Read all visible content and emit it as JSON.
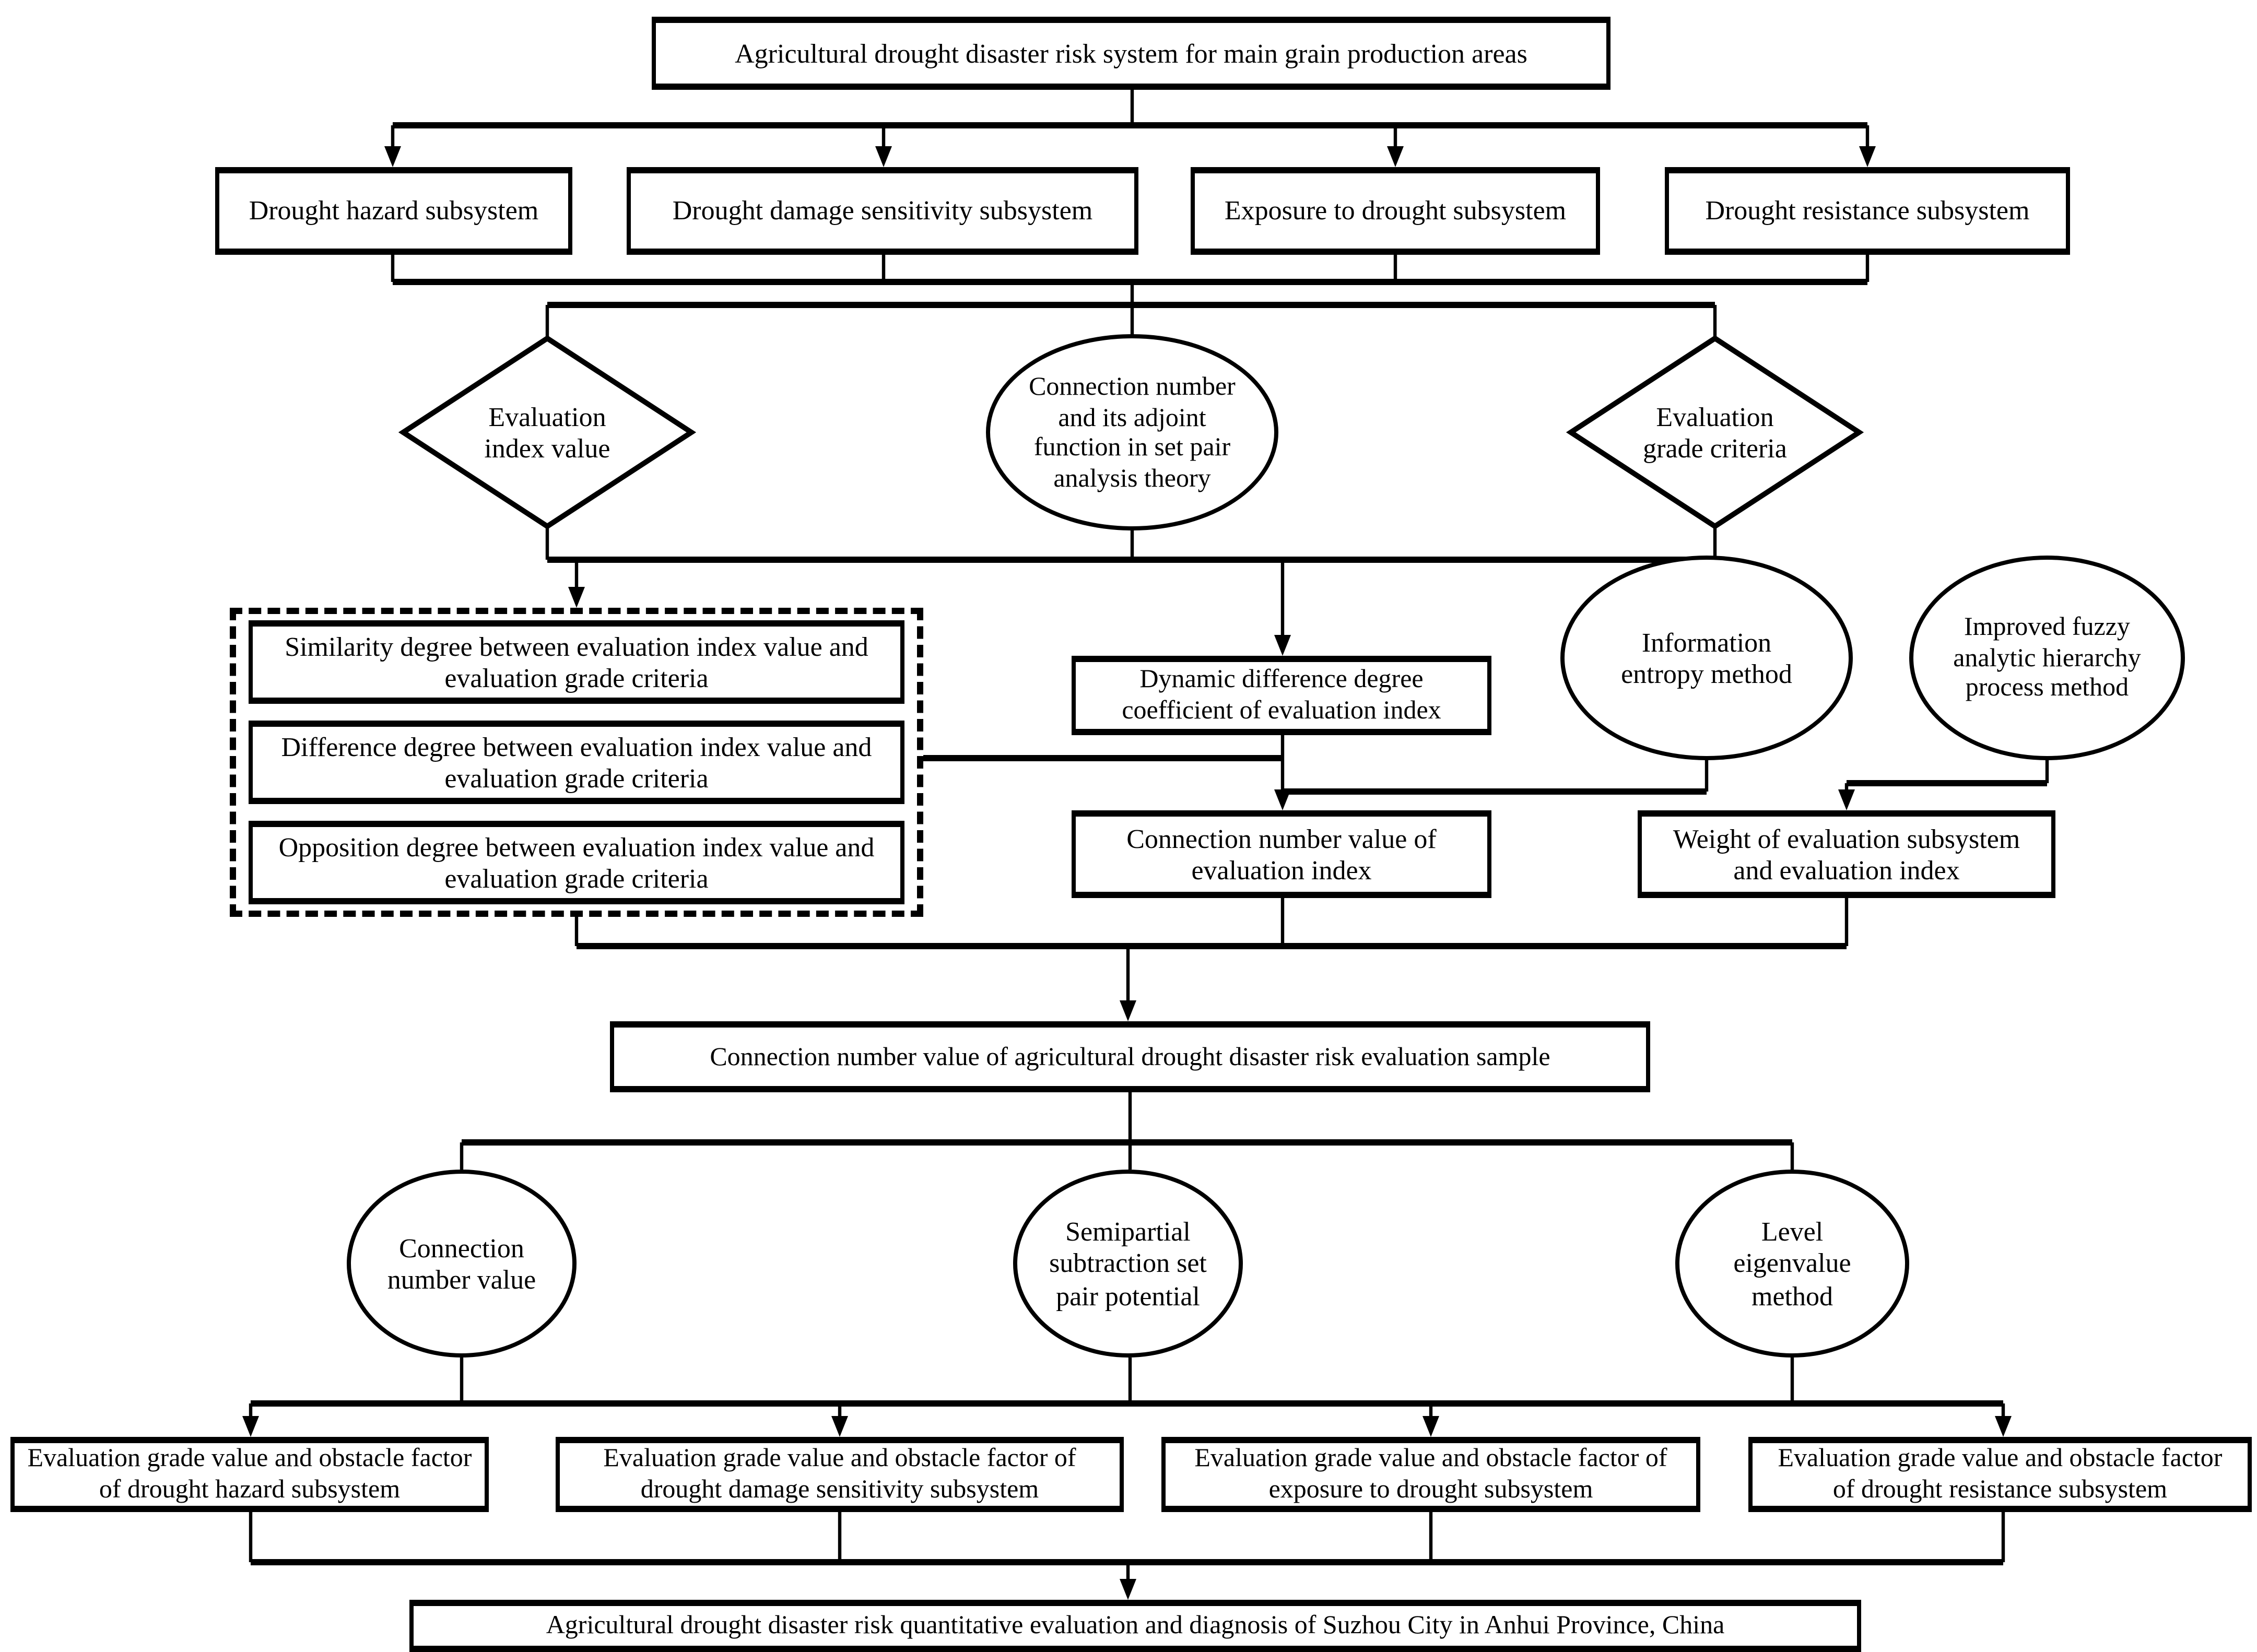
{
  "diagram": {
    "title": "Agricultural drought disaster risk system for main grain production areas",
    "subsystems": [
      "Drought hazard subsystem",
      "Drought damage sensitivity subsystem",
      "Exposure to drought subsystem",
      "Drought resistance subsystem"
    ],
    "inputs": {
      "evaluation_index_value": "Evaluation index value",
      "connection_number_adjoint_function": "Connection number and its adjoint function in set pair analysis theory",
      "evaluation_grade_criteria": "Evaluation grade criteria"
    },
    "degrees": [
      "Similarity degree between evaluation index value and evaluation grade criteria",
      "Difference degree between evaluation index value and evaluation grade criteria",
      "Opposition degree between evaluation index value and evaluation grade criteria"
    ],
    "dynamic_difference_degree": "Dynamic difference degree coefficient of evaluation index",
    "information_entropy_method": "Information entropy method",
    "improved_fuzzy_ahp_method": "Improved fuzzy analytic hierarchy process method",
    "connection_number_value_of_index": "Connection number value of evaluation index",
    "weight_of_subsystem_and_index": "Weight of evaluation subsystem and evaluation index",
    "sample_connection_number": "Connection number value of agricultural drought disaster risk evaluation sample",
    "methods": {
      "connection_number_value": "Connection number value",
      "semipartial_subtraction_set_pair_potential": "Semipartial subtraction set pair potential",
      "level_eigenvalue_method": "Level eigenvalue method"
    },
    "grade_obstacle_results": [
      "Evaluation grade value and obstacle factor of drought hazard subsystem",
      "Evaluation grade value and obstacle factor of drought damage sensitivity subsystem",
      "Evaluation grade value and obstacle factor of exposure to drought subsystem",
      "Evaluation grade value and obstacle factor of drought resistance subsystem"
    ],
    "final_result": "Agricultural drought disaster risk quantitative evaluation and diagnosis of Suzhou City in Anhui Province, China"
  },
  "colors": {
    "line": "#000000",
    "background": "#ffffff",
    "text": "#000000"
  }
}
